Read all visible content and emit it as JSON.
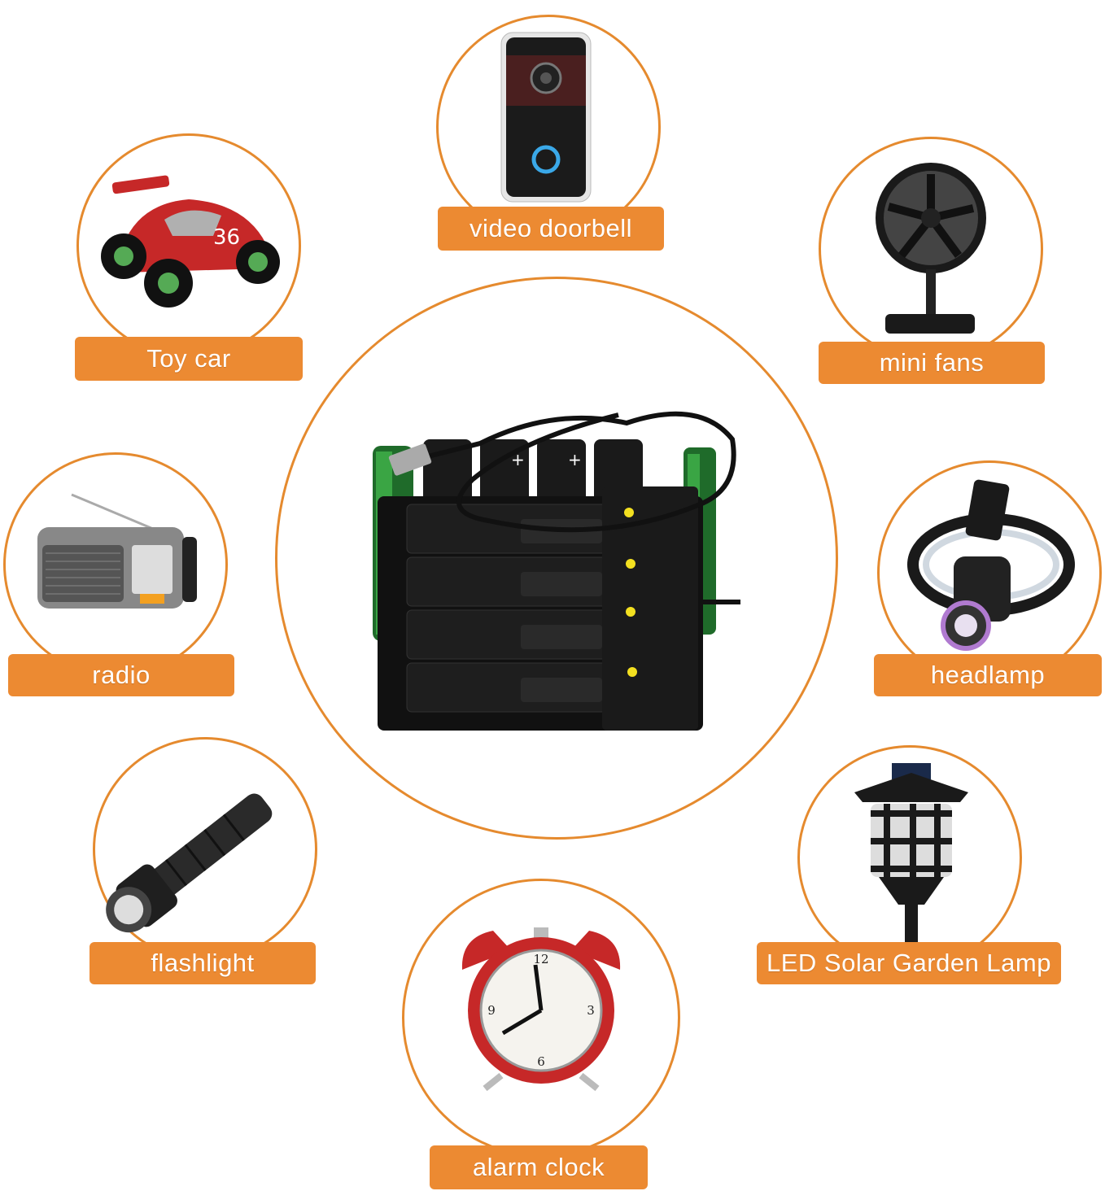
{
  "accent_color": "#ec8a32",
  "ring_color": "#e58a2e",
  "center": {
    "icon": "battery-charger-icon"
  },
  "devices": [
    {
      "id": "video-doorbell",
      "label": "video doorbell",
      "icon": "video-doorbell-icon"
    },
    {
      "id": "toy-car",
      "label": "Toy car",
      "icon": "toy-car-icon"
    },
    {
      "id": "mini-fans",
      "label": "mini fans",
      "icon": "fan-icon"
    },
    {
      "id": "radio",
      "label": "radio",
      "icon": "radio-icon"
    },
    {
      "id": "headlamp",
      "label": "headlamp",
      "icon": "headlamp-icon"
    },
    {
      "id": "flashlight",
      "label": "flashlight",
      "icon": "flashlight-icon"
    },
    {
      "id": "solar-lamp",
      "label": "LED Solar Garden Lamp",
      "icon": "solar-lamp-icon"
    },
    {
      "id": "alarm-clock",
      "label": "alarm clock",
      "icon": "alarm-clock-icon"
    }
  ]
}
